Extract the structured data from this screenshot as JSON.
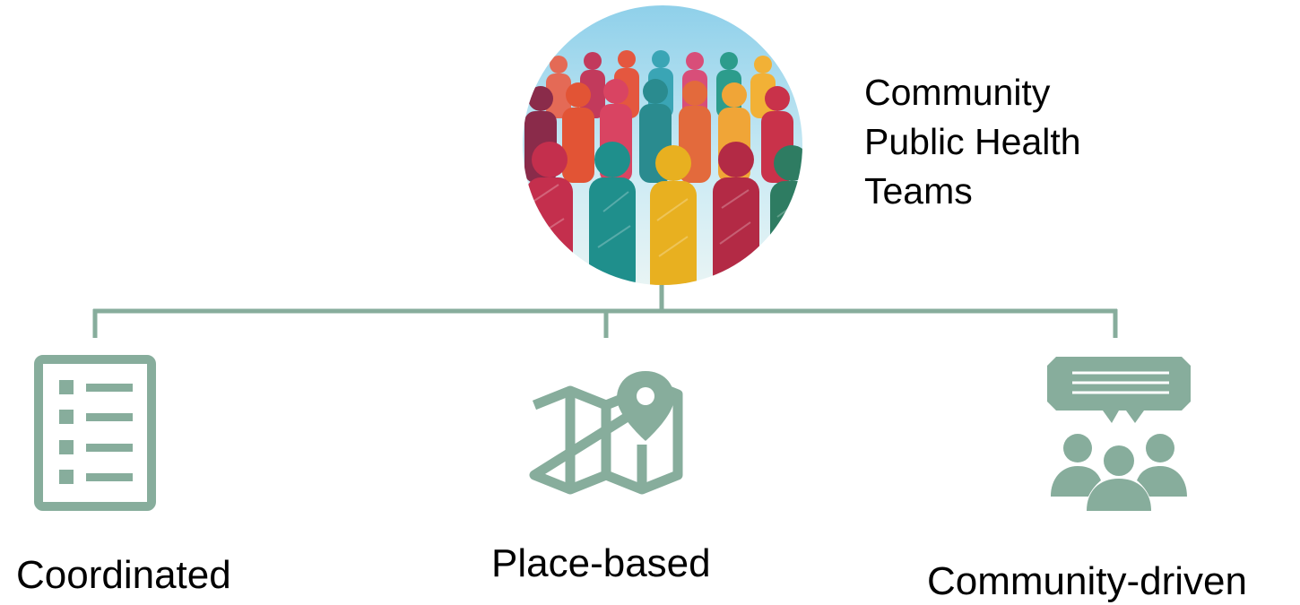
{
  "title": {
    "lines": [
      "Community",
      "Public Health",
      "Teams"
    ]
  },
  "branches": [
    {
      "label": "Coordinated",
      "icon": "checklist-icon"
    },
    {
      "label": "Place-based",
      "icon": "map-pin-icon"
    },
    {
      "label": "Community-driven",
      "icon": "group-chat-icon"
    }
  ],
  "hero_image": {
    "icon": "colorful-crowd-illustration"
  },
  "colors": {
    "accent": "#87ad9c",
    "text": "#000000",
    "background": "#ffffff"
  }
}
